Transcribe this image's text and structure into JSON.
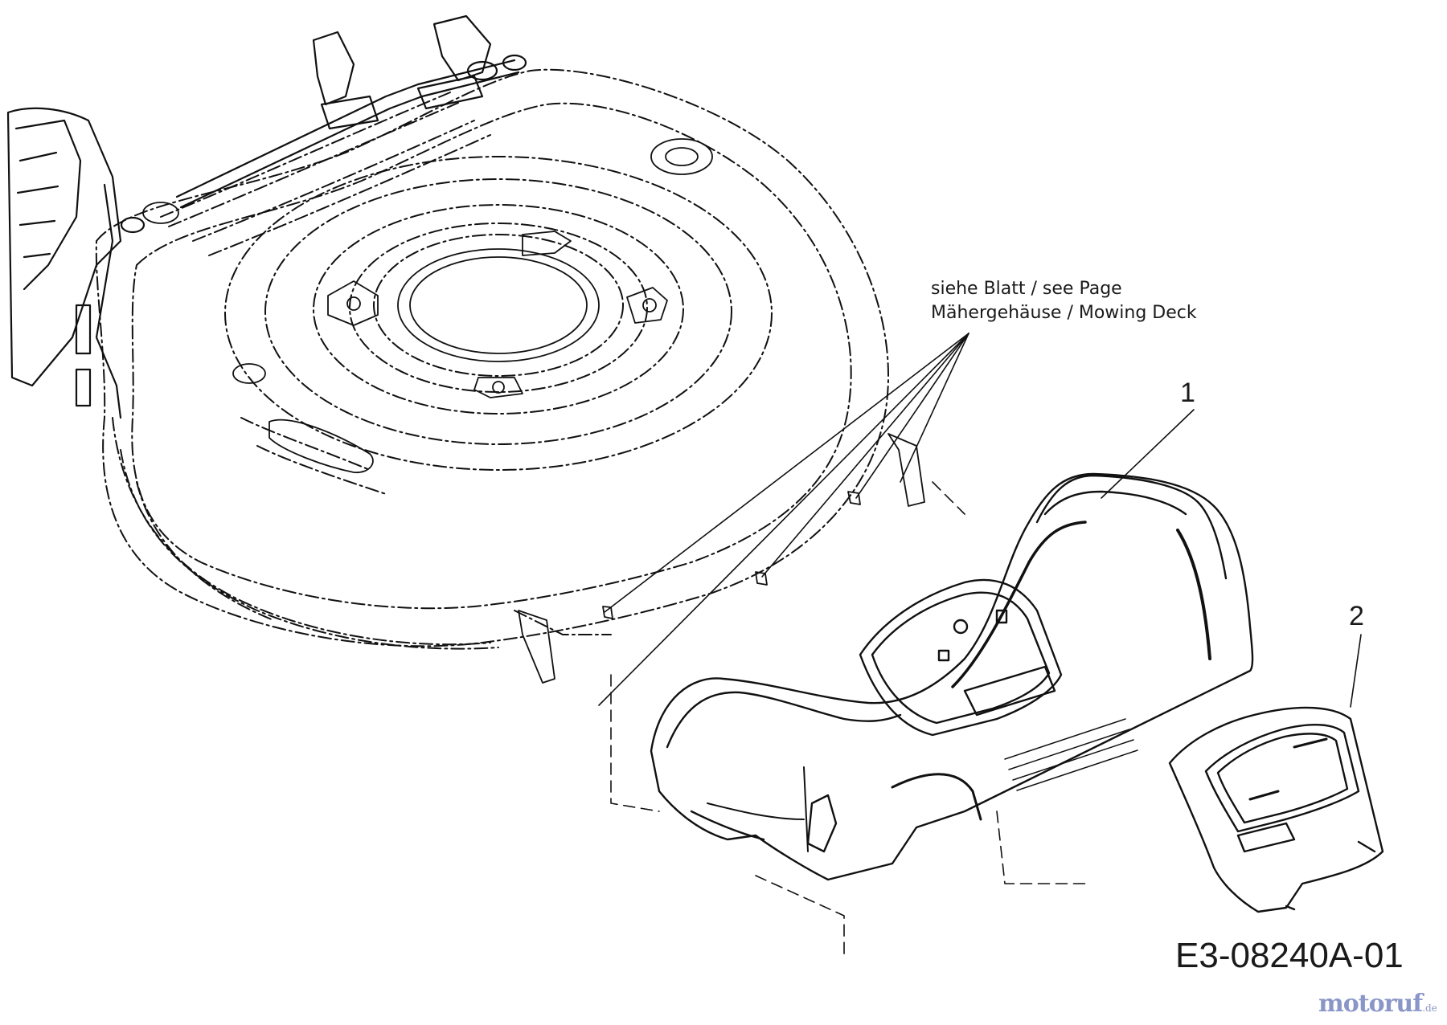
{
  "reference_note": {
    "line1": "siehe Blatt / see Page",
    "line2": "Mähergehäuse / Mowing Deck"
  },
  "callouts": [
    "1",
    "2"
  ],
  "drawing_number": "E3-08240A-01",
  "watermark": {
    "name": "motoruf",
    "tld": ".de"
  },
  "colors": {
    "line": "#111111",
    "watermark_text": "#8a96c8",
    "watermark_accent": "#c6861f"
  }
}
